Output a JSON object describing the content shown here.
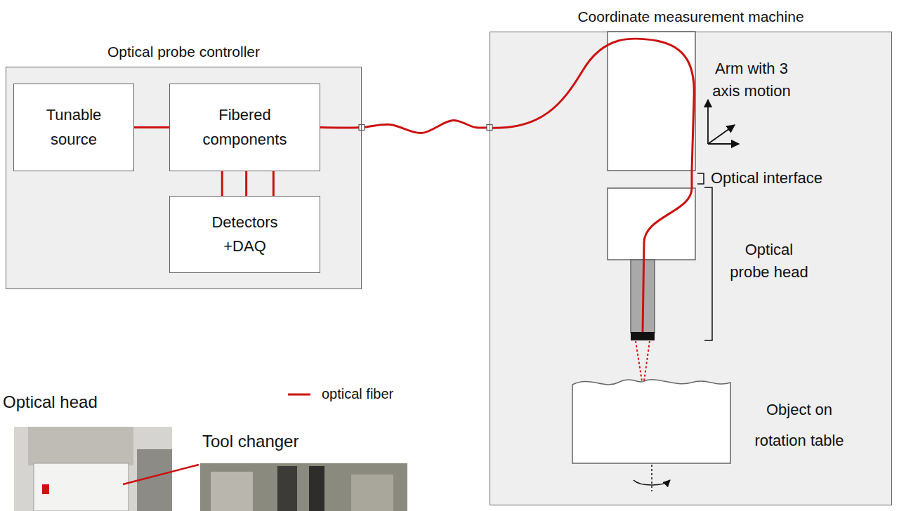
{
  "diagram": {
    "nodes": [
      {
        "text": [
          "Optical probe controller"
        ]
      },
      {
        "text": [
          "Tunable source"
        ],
        "in": 0
      },
      {
        "text": [
          "Fibered components"
        ],
        "in": 0
      },
      {
        "text": [
          "Detectors +DAQ"
        ],
        "in": 0
      },
      {
        "text": [
          "Coordinate measurement machine"
        ]
      }
    ],
    "edges": [
      {
        "from": 1,
        "to": 2,
        "arrow": "none"
      },
      {
        "from": 2,
        "to": 3,
        "arrow": "none"
      },
      {
        "from": 2,
        "to": 3,
        "arrow": "none"
      },
      {
        "from": 2,
        "to": 3,
        "arrow": "none"
      },
      {
        "from": 2,
        "to": 4,
        "arrow": "none"
      }
    ],
    "labels": [
      "Arm with 3 axis motion",
      "Optical interface",
      "Optical probe head",
      "Object on rotation table",
      "Optical head",
      "Tool changer"
    ],
    "legend": [
      {
        "text": "optical fiber"
      }
    ]
  }
}
